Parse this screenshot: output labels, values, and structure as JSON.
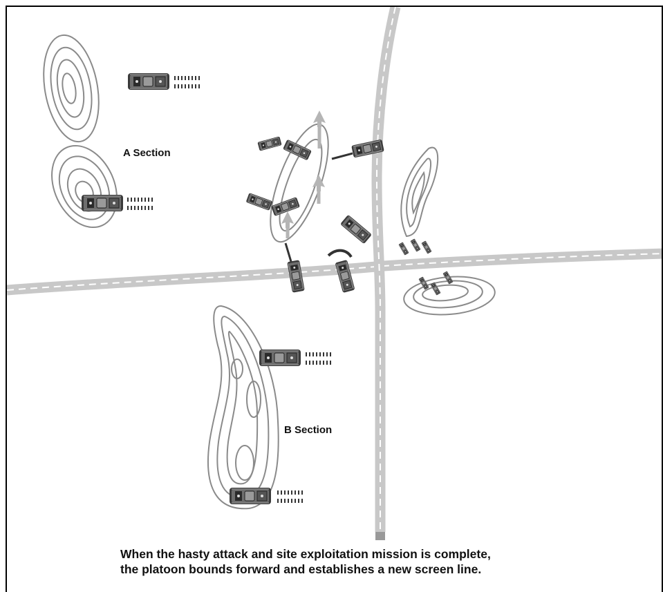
{
  "labels": {
    "a_section": "A Section",
    "b_section": "B Section"
  },
  "caption": {
    "line1": "When the hasty attack and site exploitation mission is complete,",
    "line2": "the platoon bounds forward and establishes a new screen line."
  },
  "colors": {
    "road": "#c8c8c8",
    "road_center": "#ffffff",
    "contour": "#8a8a8a",
    "vehicle": "#3a3a3a",
    "arrow": "#b5b5b5"
  },
  "icons": {
    "vehicle": "tank-icon",
    "observation": "observation-dash-icon",
    "movement": "movement-arrow-icon"
  }
}
